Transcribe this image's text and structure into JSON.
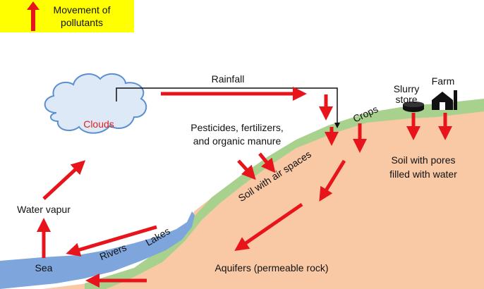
{
  "legend": {
    "line1": "Movement of",
    "line2": "pollutants"
  },
  "labels": {
    "clouds": "Clouds",
    "rainfall": "Rainfall",
    "pesticides_line1": "Pesticides, fertilizers,",
    "pesticides_line2": "and organic manure",
    "crops": "Crops",
    "slurry_line1": "Slurry",
    "slurry_line2": "store",
    "farm": "Farm",
    "soil_air": "Soil with air spaces",
    "soil_water_line1": "Soil with pores",
    "soil_water_line2": "filled with water",
    "water_vapur": "Water vapur",
    "sea": "Sea",
    "rivers": "Rivers",
    "lakes": "Lakes",
    "aquifers": "Aquifers (permeable rock)"
  },
  "colors": {
    "arrow": "#e8141c",
    "legend_bg": "#ffff00",
    "cloud_fill": "#dde9f7",
    "cloud_stroke": "#5a8fd0",
    "soil": "#f9c9a6",
    "grass": "#a9d18e",
    "water": "#7ea6dc"
  },
  "icons": {
    "cloud": "cloud-icon",
    "farm": "farm-building-icon",
    "slurry": "slurry-tank-icon"
  }
}
